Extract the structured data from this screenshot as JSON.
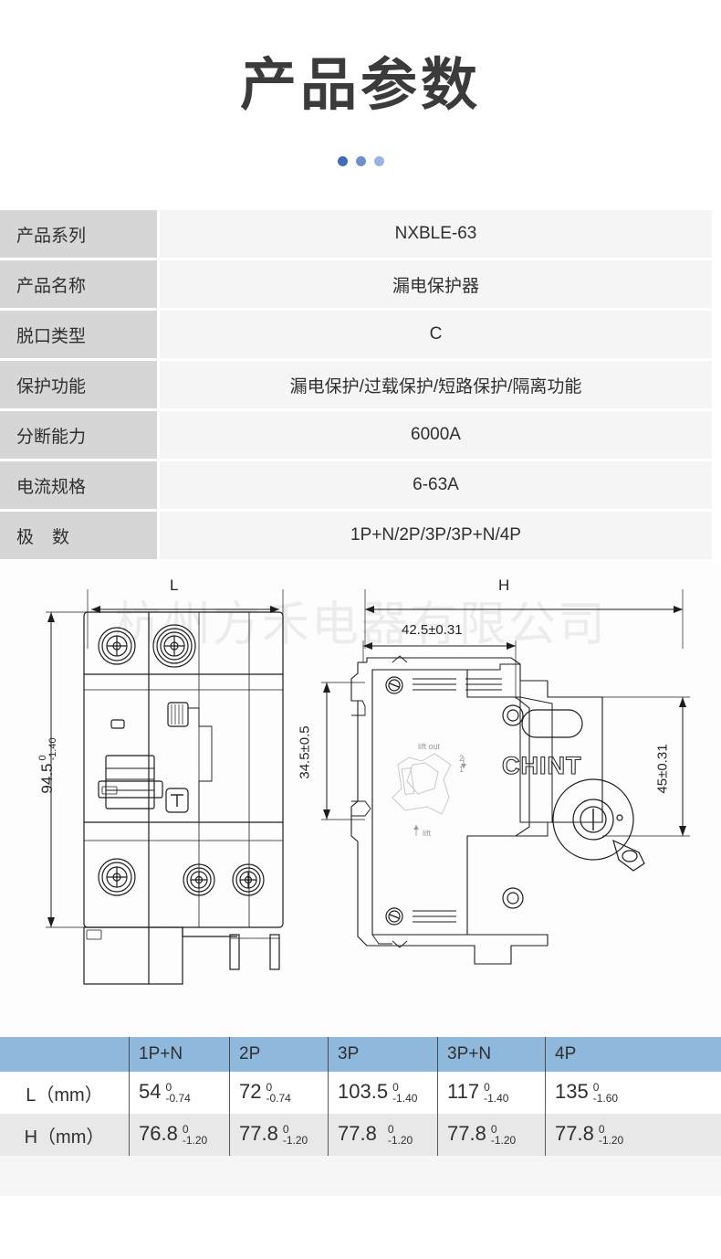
{
  "header": {
    "title": "产品参数",
    "dots": [
      {
        "name": "dot-1",
        "color": "#3f6cb5"
      },
      {
        "name": "dot-2",
        "color": "#6e91cd"
      },
      {
        "name": "dot-3",
        "color": "#9ab4dd"
      }
    ]
  },
  "spec_table": {
    "rows": [
      {
        "label": "产品系列",
        "value": "NXBLE-63"
      },
      {
        "label": "产品名称",
        "value": "漏电保护器"
      },
      {
        "label": "脱口类型",
        "value": "C"
      },
      {
        "label": "保护功能",
        "value": "漏电保护/过载保护/短路保护/隔离功能"
      },
      {
        "label": "分断能力",
        "value": "6000A"
      },
      {
        "label": "电流规格",
        "value": "6-63A"
      },
      {
        "label": "极数",
        "value": "1P+N/2P/3P/3P+N/4P"
      }
    ]
  },
  "drawing": {
    "watermark": "杭州方禾电器有限公司",
    "front_view": {
      "width_label": "L",
      "height_value": "94.5",
      "height_tol_upper": "0",
      "height_tol_lower": "-1.40"
    },
    "side_view": {
      "width_label": "H",
      "top_dim": "42.5±0.31",
      "left_dim": "34.5±0.5",
      "right_dim": "45±0.31",
      "brand": "CHINT",
      "marking_lift_out": "lift out",
      "marking_lift": "lift",
      "marking_num_2": "2",
      "marking_num_1": "1",
      "test_button": "T"
    }
  },
  "dimension_table": {
    "corner": "",
    "columns": [
      "1P+N",
      "2P",
      "3P",
      "3P+N",
      "4P"
    ],
    "rows": [
      {
        "label": "L（mm）",
        "cells": [
          {
            "value": "54",
            "tol_upper": "0",
            "tol_lower": "-0.74"
          },
          {
            "value": "72",
            "tol_upper": "0",
            "tol_lower": "-0.74"
          },
          {
            "value": "103.5",
            "tol_upper": "0",
            "tol_lower": "-1.40"
          },
          {
            "value": "117",
            "tol_upper": "0",
            "tol_lower": "-1.40"
          },
          {
            "value": "135",
            "tol_upper": "0",
            "tol_lower": "-1.60"
          }
        ]
      },
      {
        "label": "H（mm）",
        "cells": [
          {
            "value": "76.8",
            "tol_upper": "0",
            "tol_lower": "-1.20"
          },
          {
            "value": "77.8",
            "tol_upper": "0",
            "tol_lower": "-1.20"
          },
          {
            "value": "77.8",
            "tol_upper": "0",
            "tol_lower": "-1.20"
          },
          {
            "value": "77.8",
            "tol_upper": "0",
            "tol_lower": "-1.20"
          },
          {
            "value": "77.8",
            "tol_upper": "0",
            "tol_lower": "-1.20"
          }
        ]
      }
    ],
    "header_color": "#8fb8dd"
  }
}
